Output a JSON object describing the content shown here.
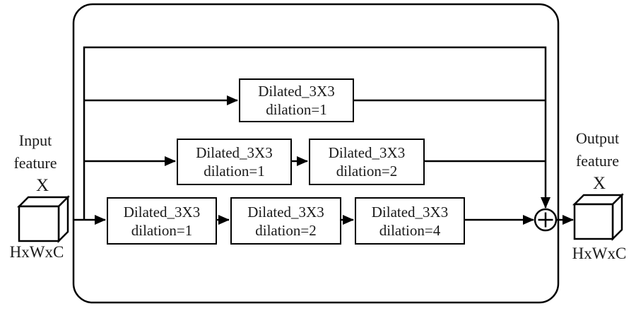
{
  "diagram": {
    "input": {
      "label_line1": "Input",
      "label_line2": "feature",
      "tensor": "X",
      "dims": "HxWxC"
    },
    "output": {
      "label_line1": "Output",
      "label_line2": "feature",
      "tensor": "X",
      "dims": "HxWxC"
    },
    "branches": [
      {
        "boxes": [
          {
            "op": "Dilated_3X3",
            "param": "dilation=1"
          }
        ]
      },
      {
        "boxes": [
          {
            "op": "Dilated_3X3",
            "param": "dilation=1"
          },
          {
            "op": "Dilated_3X3",
            "param": "dilation=2"
          }
        ]
      },
      {
        "boxes": [
          {
            "op": "Dilated_3X3",
            "param": "dilation=1"
          },
          {
            "op": "Dilated_3X3",
            "param": "dilation=2"
          },
          {
            "op": "Dilated_3X3",
            "param": "dilation=4"
          }
        ]
      }
    ],
    "merge_operator": "+",
    "colors": {
      "line": "#000000",
      "box_fill": "#ffffff",
      "background": "#ffffff"
    }
  }
}
